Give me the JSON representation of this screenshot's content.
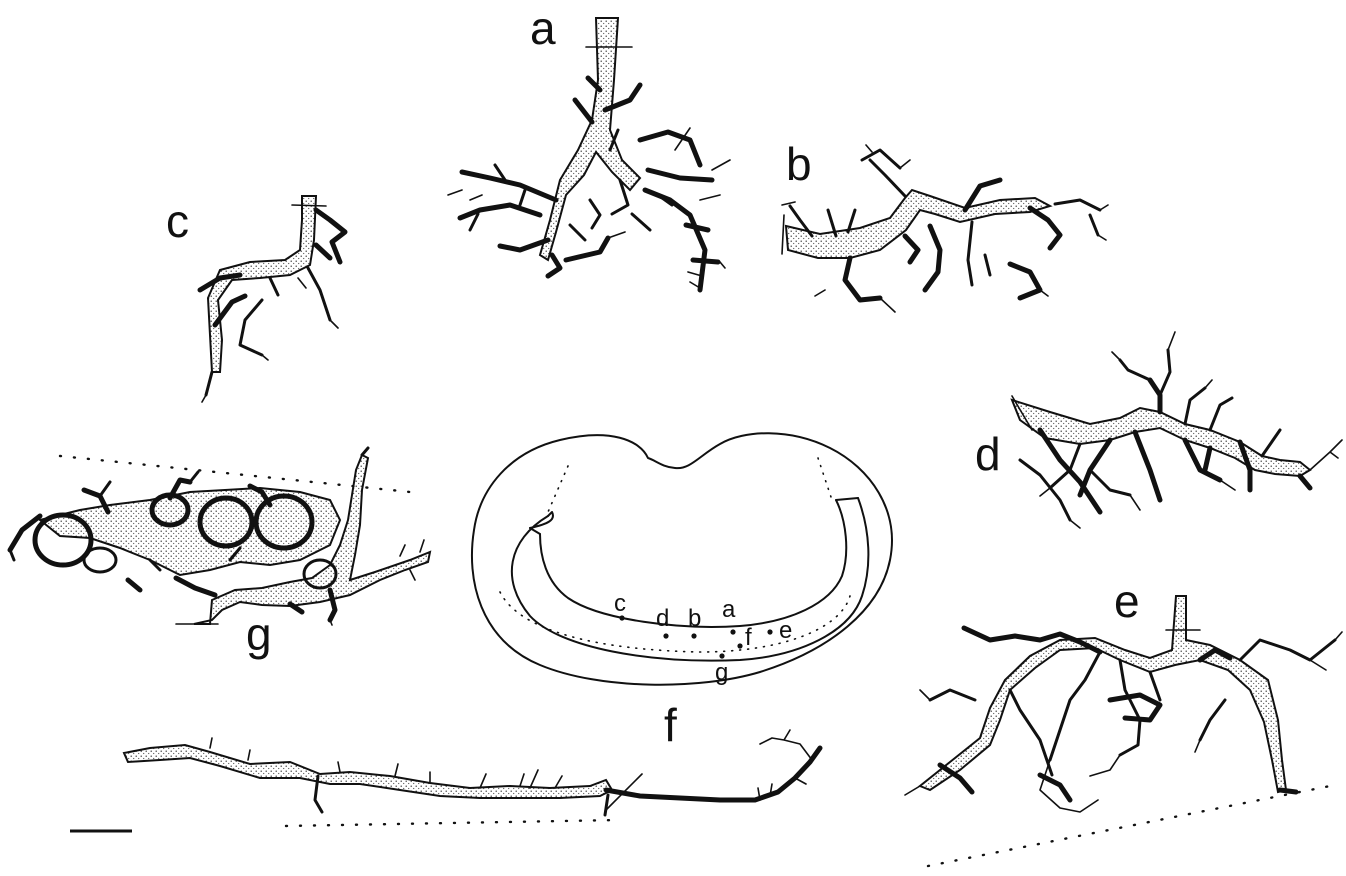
{
  "panels": {
    "a": {
      "label": "a"
    },
    "b": {
      "label": "b"
    },
    "c": {
      "label": "c"
    },
    "d": {
      "label": "d"
    },
    "e": {
      "label": "e"
    },
    "f": {
      "label": "f"
    },
    "g": {
      "label": "g"
    }
  },
  "map": {
    "markers": [
      {
        "label": "c"
      },
      {
        "label": "d"
      },
      {
        "label": "b"
      },
      {
        "label": "a"
      },
      {
        "label": "f"
      },
      {
        "label": "e"
      },
      {
        "label": "g"
      }
    ]
  },
  "colors": {
    "ink": "#111111",
    "background": "#ffffff"
  }
}
